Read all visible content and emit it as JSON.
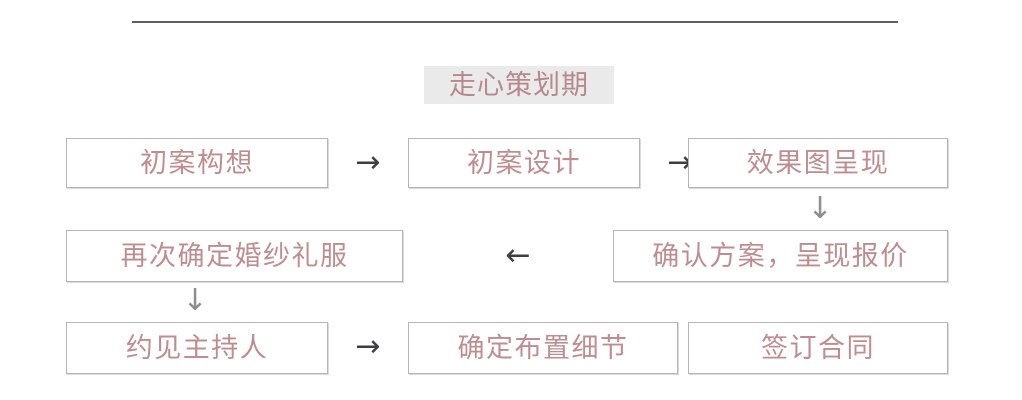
{
  "page": {
    "background_color": "#ffffff",
    "divider_color": "#5d5d63"
  },
  "header": {
    "title": "走心策划期",
    "title_color": "#b5898d",
    "highlight_color": "#ebeaea"
  },
  "flowchart": {
    "box_border_color": "#b6b4b4",
    "box_text_color": "#bf8d90",
    "arrow_color": "#3f3f43",
    "nodes": [
      {
        "id": "node-1",
        "label": "初案构想",
        "row": 1,
        "col": 1
      },
      {
        "id": "node-2",
        "label": "初案设计",
        "row": 1,
        "col": 2
      },
      {
        "id": "node-3",
        "label": "效果图呈现",
        "row": 1,
        "col": 3
      },
      {
        "id": "node-4",
        "label": "再次确定婚纱礼服",
        "row": 2,
        "col": 1
      },
      {
        "id": "node-5",
        "label": "确认方案，呈现报价",
        "row": 2,
        "col": 3
      },
      {
        "id": "node-6",
        "label": "约见主持人",
        "row": 3,
        "col": 1
      },
      {
        "id": "node-7",
        "label": "确定布置细节",
        "row": 3,
        "col": 2
      },
      {
        "id": "node-8",
        "label": "签订合同",
        "row": 3,
        "col": 3
      }
    ],
    "connectors": [
      {
        "id": "arrow-1-2",
        "glyph": "→",
        "from": "初案构想",
        "to": "初案设计",
        "direction": "right"
      },
      {
        "id": "arrow-2-3",
        "glyph": "→",
        "from": "初案设计",
        "to": "效果图呈现",
        "direction": "right"
      },
      {
        "id": "arrow-3-5",
        "glyph": "↓",
        "from": "效果图呈现",
        "to": "确认方案，呈现报价",
        "direction": "down"
      },
      {
        "id": "arrow-5-4",
        "glyph": "←",
        "from": "确认方案，呈现报价",
        "to": "再次确定婚纱礼服",
        "direction": "left"
      },
      {
        "id": "arrow-4-6",
        "glyph": "↓",
        "from": "再次确定婚纱礼服",
        "to": "约见主持人",
        "direction": "down"
      },
      {
        "id": "arrow-6-7",
        "glyph": "→",
        "from": "约见主持人",
        "to": "确定布置细节",
        "direction": "right"
      },
      {
        "id": "arrow-7-8",
        "glyph": "→",
        "from": "确定布置细节",
        "to": "签订合同",
        "direction": "right"
      }
    ]
  }
}
